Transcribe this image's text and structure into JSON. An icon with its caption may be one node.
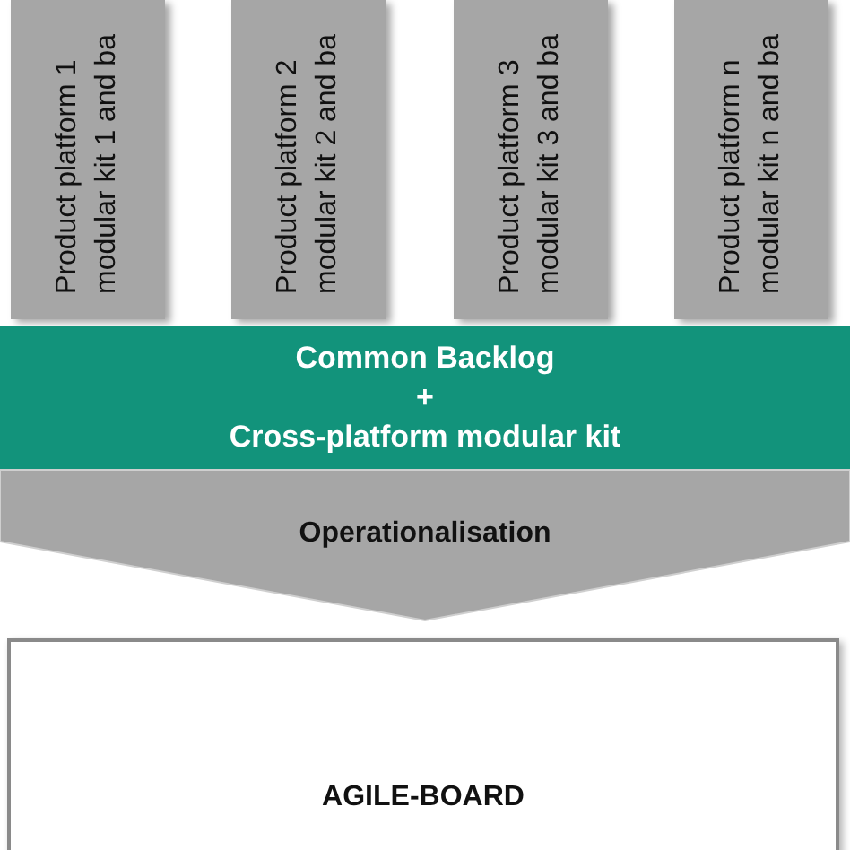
{
  "diagram": {
    "nodes": [
      {
        "text": [
          "Product platform 1",
          "modular kit 1 and ba"
        ]
      },
      {
        "text": [
          "Product platform 2",
          "modular kit 2 and ba"
        ]
      },
      {
        "text": [
          "Product platform 3",
          "modular kit 3 and ba"
        ]
      },
      {
        "text": [
          "Product platform n",
          "modular kit n and ba"
        ]
      },
      {
        "text": [
          "Common Backlog",
          "+",
          "Cross-platform modular kit"
        ]
      },
      {
        "text": [
          "AGILE-BOARD"
        ]
      }
    ],
    "edges": [
      {
        "from": 4,
        "to": 5,
        "arrow": "to",
        "label": "Operationalisation"
      }
    ]
  }
}
